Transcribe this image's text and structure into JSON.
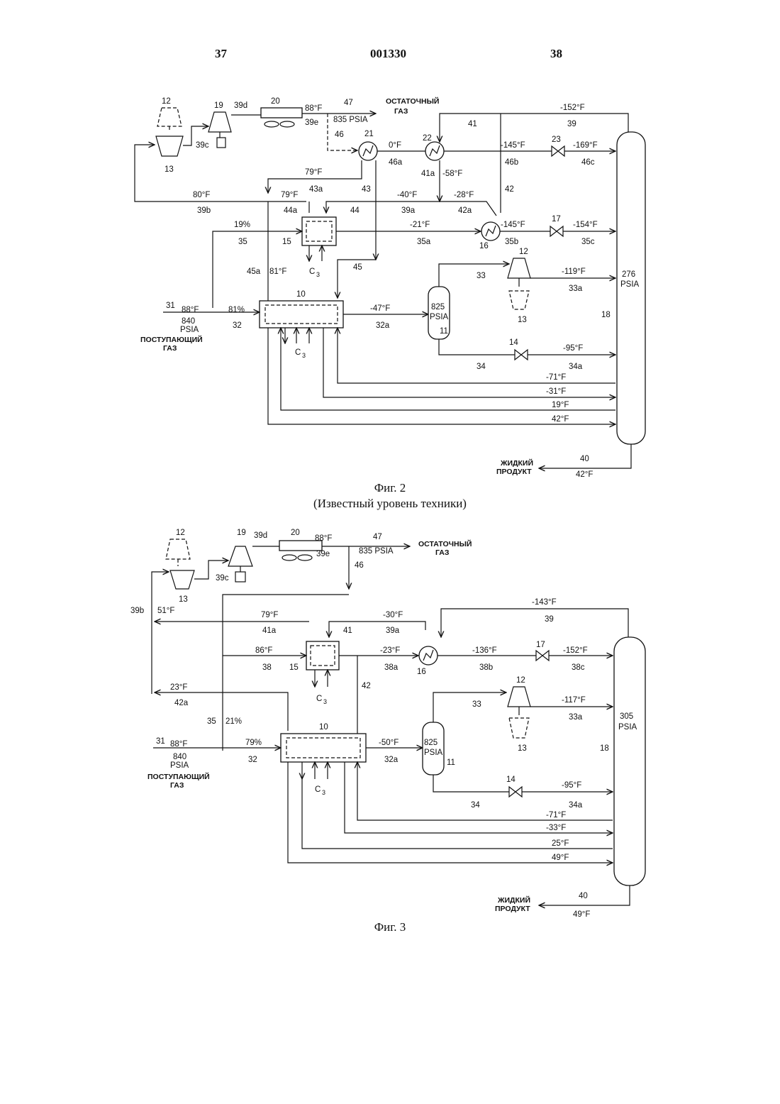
{
  "header": {
    "page_left": "37",
    "doc_number": "001330",
    "page_right": "38"
  },
  "fig2": {
    "caption": "Фиг. 2",
    "subcaption": "(Известный уровень техники)",
    "equipment": {
      "e12": "12",
      "e13": "13",
      "e19": "19",
      "e20": "20",
      "e21": "21",
      "e22": "22",
      "e23": "23",
      "e15": "15",
      "e16": "16",
      "e17": "17",
      "e10": "10",
      "e11": "11",
      "e14": "14",
      "e18": "18",
      "c3a": "C",
      "c3a_sub": "3",
      "c3b": "C",
      "c3b_sub": "3",
      "e12b": "12",
      "e13b": "13"
    },
    "streams": {
      "s39d": "39d",
      "s39e": "39e",
      "t39e": "88°F",
      "s47": "47",
      "p47": "835 PSIA",
      "residue_1": "ОСТАТОЧНЫЙ",
      "residue_2": "ГАЗ",
      "s46": "46",
      "s39c": "39c",
      "t39b": "80°F",
      "s39b": "39b",
      "t46a": "0°F",
      "s46a": "46a",
      "s41a": "41a",
      "t41a": "-58°F",
      "t39": "-152°F",
      "s39": "39",
      "s41": "41",
      "t46b": "-145°F",
      "s46b": "46b",
      "t46c": "-169°F",
      "s46c": "46c",
      "t43a": "79°F",
      "s43a": "43a",
      "s43": "43",
      "s42": "42",
      "t44a": "79°F",
      "s44a": "44a",
      "s44": "44",
      "t39a": "-40°F",
      "s39a": "39a",
      "t42a": "-28°F",
      "s42a": "42a",
      "p35": "19%",
      "s35": "35",
      "t35a": "-21°F",
      "s35a": "35a",
      "t35b": "-145°F",
      "s35b": "35b",
      "t35c": "-154°F",
      "s35c": "35c",
      "s45a": "45a",
      "t45a": "81°F",
      "s45": "45",
      "s33": "33",
      "t33a": "-119°F",
      "s33a": "33a",
      "col_p1": "276",
      "col_p2": "PSIA",
      "s31": "31",
      "t31": "88°F",
      "p31a": "840",
      "p31b": "PSIA",
      "p32": "81%",
      "s32": "32",
      "feed_1": "ПОСТУПАЮЩИЙ",
      "feed_2": "ГАЗ",
      "t32a": "-47°F",
      "s32a": "32a",
      "sep_p1": "825",
      "sep_p2": "PSIA",
      "s34": "34",
      "t34a": "-95°F",
      "s34a": "34a",
      "side1": "-71°F",
      "side2": "-31°F",
      "side3": "19°F",
      "side4": "42°F",
      "s40": "40",
      "t40": "42°F",
      "liquid_1": "ЖИДКИЙ",
      "liquid_2": "ПРОДУКТ"
    }
  },
  "fig3": {
    "caption": "Фиг. 3",
    "equipment": {
      "e12": "12",
      "e13": "13",
      "e19": "19",
      "e20": "20",
      "e15": "15",
      "e16": "16",
      "e17": "17",
      "e10": "10",
      "e11": "11",
      "e14": "14",
      "e18": "18",
      "e12b": "12",
      "e13b": "13",
      "c3a": "C",
      "c3a_sub": "3",
      "c3b": "C",
      "c3b_sub": "3"
    },
    "streams": {
      "s39d": "39d",
      "t39e": "88°F",
      "s39e": "39e",
      "s47": "47",
      "p47": "835 PSIA",
      "residue_1": "ОСТАТОЧНЫЙ",
      "residue_2": "ГАЗ",
      "s39c": "39c",
      "s46": "46",
      "s39b": "39b",
      "t39b": "51°F",
      "t41a": "79°F",
      "s41a": "41a",
      "s41": "41",
      "t39a": "-30°F",
      "s39a": "39a",
      "t39": "-143°F",
      "s39": "39",
      "t38": "86°F",
      "s38": "38",
      "t38a": "-23°F",
      "s38a": "38a",
      "t38b": "-136°F",
      "s38b": "38b",
      "t38c": "-152°F",
      "s38c": "38c",
      "t42a": "23°F",
      "s42a": "42a",
      "s42": "42",
      "s33": "33",
      "t33a": "-117°F",
      "s33a": "33a",
      "col_p1": "305",
      "col_p2": "PSIA",
      "s35": "35",
      "p35": "21%",
      "s31": "31",
      "t31": "88°F",
      "p31a": "840",
      "p31b": "PSIA",
      "p32": "79%",
      "s32": "32",
      "feed_1": "ПОСТУПАЮЩИЙ",
      "feed_2": "ГАЗ",
      "t32a": "-50°F",
      "s32a": "32a",
      "sep_p1": "825",
      "sep_p2": "PSIA",
      "s34": "34",
      "t34a": "-95°F",
      "s34a": "34a",
      "side1": "-71°F",
      "side2": "-33°F",
      "side3": "25°F",
      "side4": "49°F",
      "s40": "40",
      "t40": "49°F",
      "liquid_1": "ЖИДКИЙ",
      "liquid_2": "ПРОДУКТ"
    }
  }
}
